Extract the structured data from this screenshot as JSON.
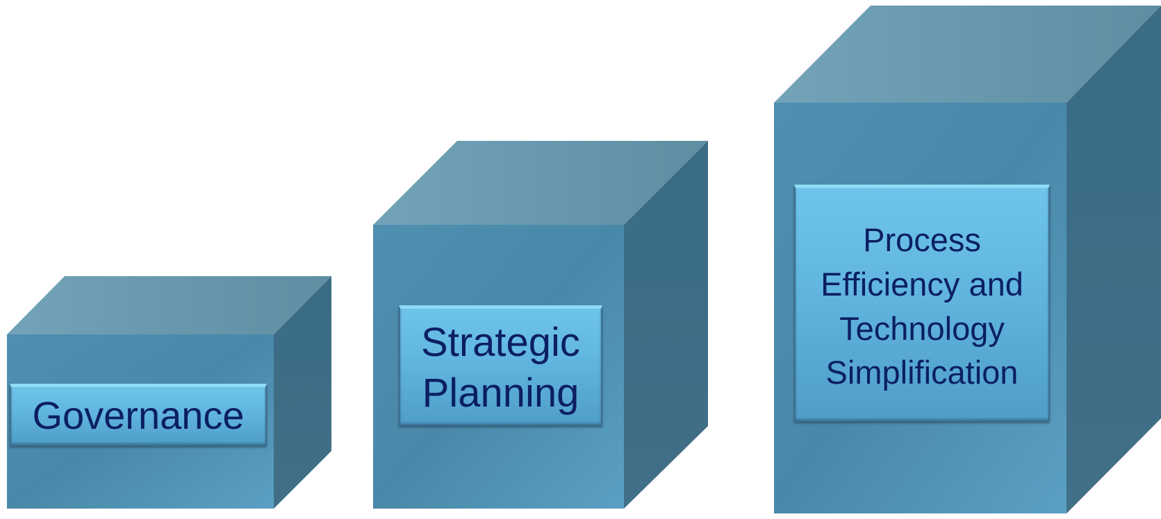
{
  "diagram": {
    "boxes": [
      {
        "id": "governance",
        "label": "Governance"
      },
      {
        "id": "strategic-planning",
        "label": "Strategic Planning"
      },
      {
        "id": "process-efficiency",
        "label": "Process Efficiency and Technology Simplification"
      }
    ]
  },
  "colors": {
    "front_face": "#4f93b4",
    "top_face": "#6b9db2",
    "side_face": "#3b6f89",
    "label_fill": "#6fc4ea",
    "label_text": "#0c1f63"
  }
}
